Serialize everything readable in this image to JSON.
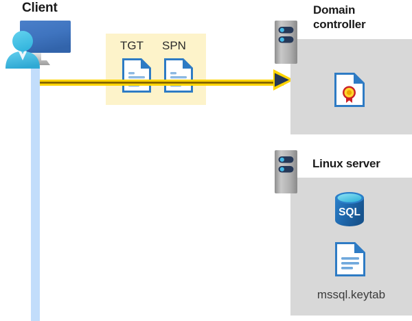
{
  "diagram": {
    "title_client": "Client",
    "nodes": {
      "client": {
        "label": "Client",
        "icon": "client-computer-user-icon"
      },
      "domain_controller": {
        "label_line1": "Domain",
        "label_line2": "controller",
        "rack_icon": "server-rack-icon",
        "content_icon": "certificate-document-icon"
      },
      "linux_server": {
        "label": "Linux server",
        "rack_icon": "server-rack-icon",
        "database_icon": "sql-database-icon",
        "file_icon": "document-icon",
        "file_label": "mssql.keytab"
      }
    },
    "tokens": [
      {
        "caption": "TGT",
        "icon": "document-icon"
      },
      {
        "caption": "SPN",
        "icon": "document-icon"
      }
    ],
    "connector": {
      "icon": "arrow-right-icon",
      "direction": "client-to-domain-controller"
    },
    "colors": {
      "highlight_box": "#fdf3ca",
      "panel_grey": "#d8d8d8",
      "lifeline_blue": "#c2ddfb",
      "arrow_yellow": "#ffd400",
      "arrow_core": "#7a5c00",
      "doc_blue": "#2e7bc4",
      "sql_blue": "#1f68ad",
      "seal_gold": "#ffd62e",
      "seal_red": "#cc2127",
      "rack_navy": "#253858",
      "text_dark": "#1a1a1a"
    }
  }
}
